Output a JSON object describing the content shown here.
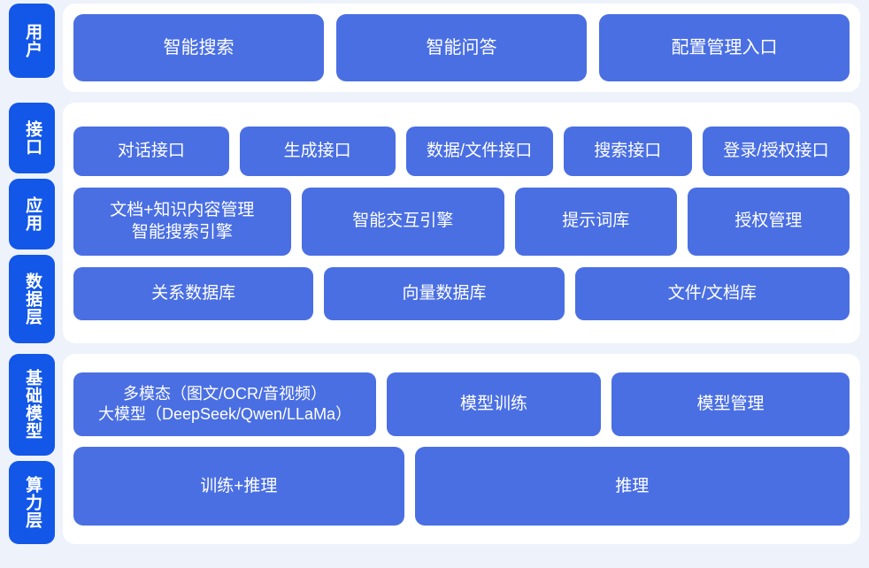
{
  "theme": {
    "page_background": "#eef2fb",
    "panel_background": "#ffffff",
    "chip_color": "#1257e8",
    "box_color": "#4a6fe3",
    "text_color": "#ffffff"
  },
  "bands": {
    "users": {
      "chips": [
        {
          "label": "用户"
        }
      ],
      "rows": [
        {
          "name": "user-entry-row",
          "boxes": [
            {
              "label": "智能搜索",
              "flex": 1
            },
            {
              "label": "智能问答",
              "flex": 1
            },
            {
              "label": "配置管理入口",
              "flex": 1
            }
          ]
        }
      ]
    },
    "middle": {
      "chips": [
        {
          "label": "接口"
        },
        {
          "label": "应用"
        },
        {
          "label": "数据层"
        }
      ],
      "rows": [
        {
          "name": "interface-row",
          "boxes": [
            {
              "label": "对话接口",
              "flex": 1.02
            },
            {
              "label": "生成接口",
              "flex": 1.02
            },
            {
              "label": "数据/文件接口",
              "flex": 0.96
            },
            {
              "label": "搜索接口",
              "flex": 0.83
            },
            {
              "label": "登录/授权接口",
              "flex": 0.96
            }
          ]
        },
        {
          "name": "application-row",
          "boxes": [
            {
              "label": "文档+知识内容管理\n智能搜索引擎",
              "flex": 1.12
            },
            {
              "label": "智能交互引擎",
              "flex": 1.04
            },
            {
              "label": "提示词库",
              "flex": 0.82
            },
            {
              "label": "授权管理",
              "flex": 0.82
            }
          ]
        },
        {
          "name": "data-layer-row",
          "boxes": [
            {
              "label": "关系数据库",
              "flex": 1
            },
            {
              "label": "向量数据库",
              "flex": 1
            },
            {
              "label": "文件/文档库",
              "flex": 1.15
            }
          ]
        }
      ]
    },
    "infra": {
      "chips": [
        {
          "label": "基础模型"
        },
        {
          "label": "算力层"
        }
      ],
      "rows": [
        {
          "name": "model-row",
          "boxes": [
            {
              "label": "多模态（图文/OCR/音视频）\n大模型（DeepSeek/Qwen/LLaMa）",
              "flex": 1.22
            },
            {
              "label": "模型训练",
              "flex": 0.85
            },
            {
              "label": "模型管理",
              "flex": 0.95
            }
          ]
        },
        {
          "name": "compute-row",
          "boxes": [
            {
              "label": "训练+推理",
              "flex": 0.86
            },
            {
              "label": "推理",
              "flex": 1.14
            }
          ]
        }
      ]
    }
  }
}
